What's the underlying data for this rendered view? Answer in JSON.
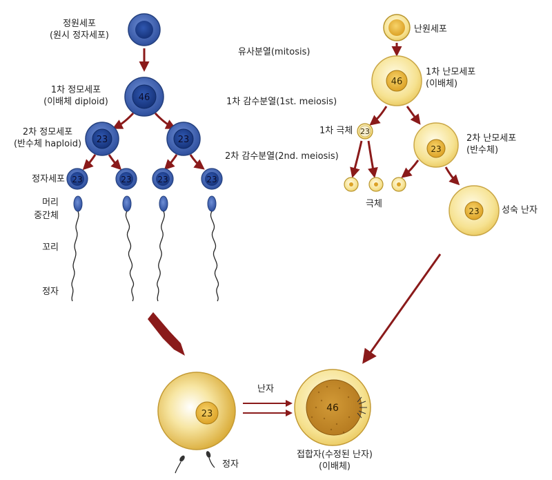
{
  "labels": {
    "spermatogonium": "정원세포",
    "spermatogonium_sub": "(원시 정자세포)",
    "primary_spermatocyte": "1차 정모세포",
    "primary_spermatocyte_sub": "(이배체 diploid)",
    "secondary_spermatocyte": "2차 정모세포",
    "secondary_spermatocyte_sub": "(반수체 haploid)",
    "spermatid": "정자세포",
    "head": "머리",
    "midpiece": "중간체",
    "tail": "꼬리",
    "sperm": "정자",
    "mitosis": "유사분열(mitosis)",
    "meiosis1": "1차 감수분열(1st. meiosis)",
    "meiosis2": "2차 감수분열(2nd. meiosis)",
    "oogonium": "난원세포",
    "primary_oocyte": "1차 난모세포",
    "primary_oocyte_sub": "(이배체)",
    "first_polar_body": "1차 극체",
    "secondary_oocyte": "2차 난모세포",
    "secondary_oocyte_sub": "(반수체)",
    "polar_bodies": "극체",
    "mature_ovum": "성숙 난자",
    "ovum": "난자",
    "sperm_bottom": "정자",
    "zygote": "접합자(수정된 난자)",
    "zygote_sub": "(이배체)"
  },
  "chromosome_numbers": {
    "primary_spermatocyte": "46",
    "secondary_spermatocyte": "23",
    "spermatid": "23",
    "primary_oocyte": "46",
    "first_polar_body": "23",
    "secondary_oocyte": "23",
    "mature_ovum": "23",
    "ovum": "23",
    "zygote": "46"
  },
  "colors": {
    "male_outer": "#3f63b4",
    "male_inner": "#1f3f8f",
    "female_outer": "#f3dc7a",
    "female_inner": "#e0a82a",
    "arrow": "#8a1a1a"
  }
}
